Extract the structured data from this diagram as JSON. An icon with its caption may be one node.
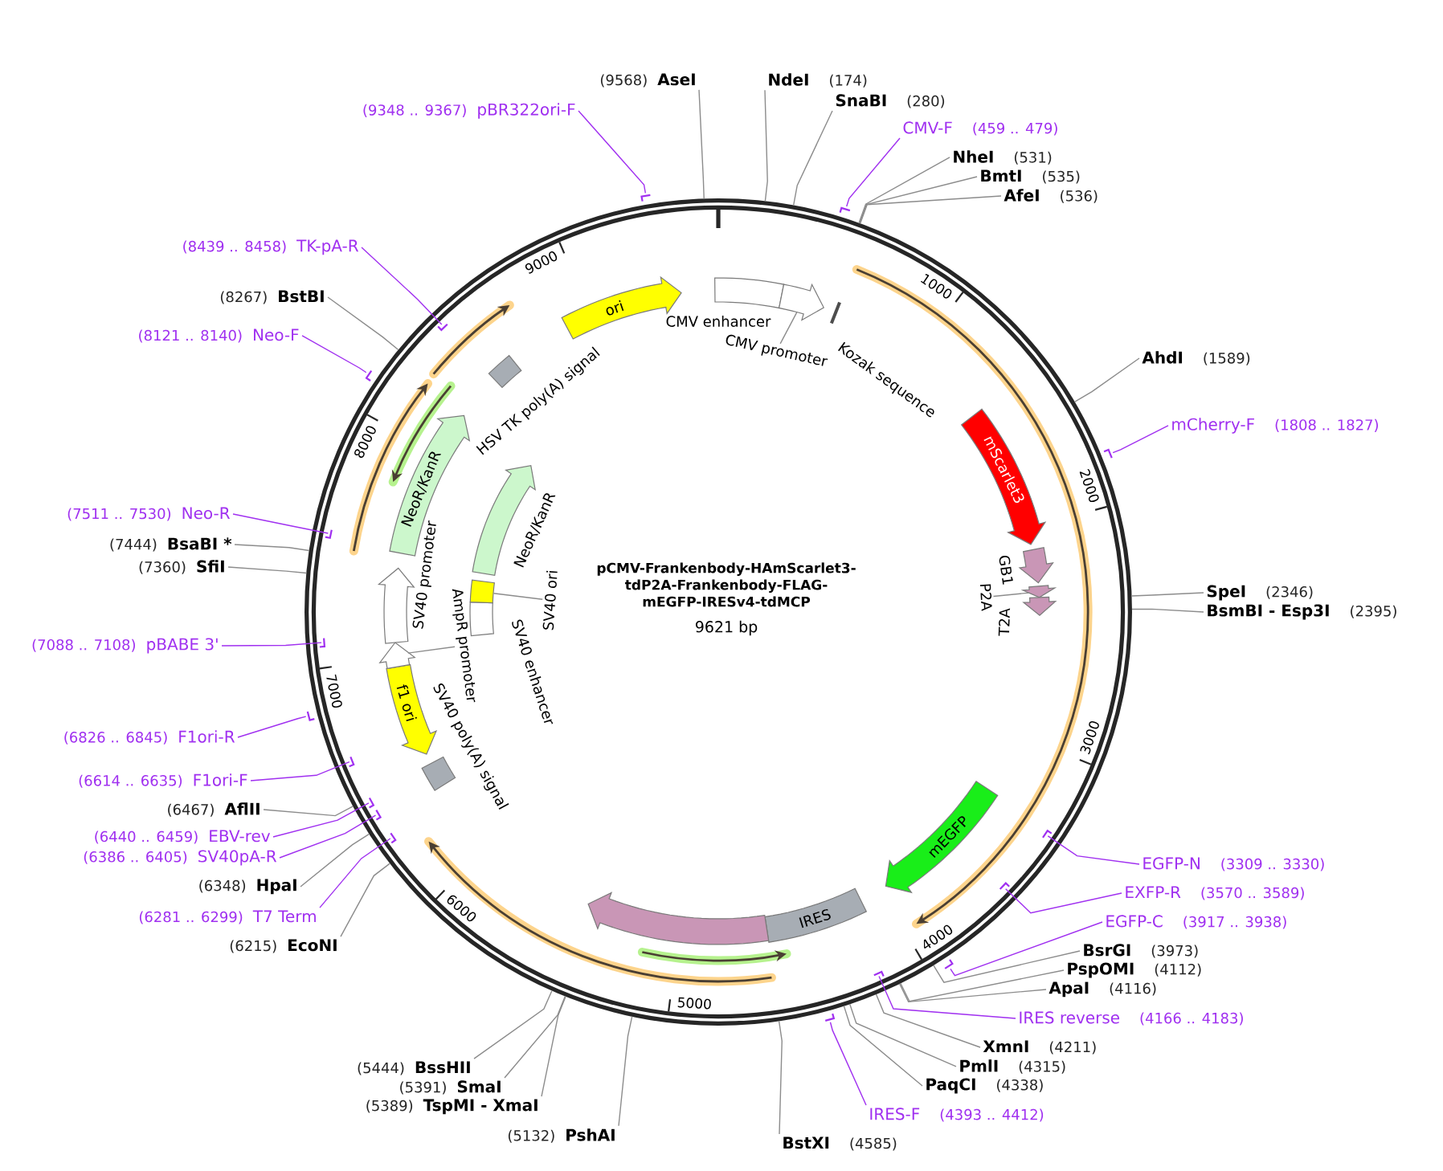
{
  "diagram": {
    "title": "pCMV-Frankenbody-HAmScarlet3-tdP2A-Frankenbody-FLAG-mEGFP-IRESv4-tdMCP",
    "nodes": [
      {
        "text": [],
        "shape": "circle"
      },
      {
        "text": [
          "ori"
        ],
        "in": 0
      },
      {
        "text": [
          "CMV enhancer"
        ],
        "in": 0
      },
      {
        "text": [],
        "shape": "arrow",
        "in": 0
      },
      {
        "text": [
          "Kozak sequence"
        ],
        "in": 0
      },
      {
        "text": [
          "mScarlet3"
        ],
        "in": 0
      },
      {
        "text": [
          "GB1"
        ],
        "in": 0
      },
      {
        "text": [],
        "shape": "arrow",
        "in": 0
      },
      {
        "text": [
          "T2A"
        ],
        "in": 0
      },
      {
        "text": [
          "mEGFP"
        ],
        "in": 0
      },
      {
        "text": [
          "IRES"
        ],
        "in": 0
      },
      {
        "text": [],
        "shape": "arrow",
        "in": 0
      },
      {
        "text": [
          "SV40 poly(A) signal"
        ],
        "in": 0
      },
      {
        "text": [
          "f1 ori"
        ],
        "in": 0
      },
      {
        "text": [],
        "shape": "arrow",
        "in": 0
      },
      {
        "text": [
          "SV40 promoter"
        ],
        "in": 0
      },
      {
        "text": [
          "NeoR/KanR"
        ],
        "in": 0
      },
      {
        "text": [
          "HSV TK poly(A) signal"
        ],
        "in": 0
      },
      {
        "text": [
          "SV40 enhancer"
        ],
        "in": 0
      },
      {
        "text": [],
        "shape": "box",
        "in": 0
      },
      {
        "text": [
          "NeoR/KanR"
        ],
        "in": 0
      },
      {
        "text": [
          "CMV promoter"
        ],
        "in": 0
      },
      {
        "text": [
          "P2A"
        ],
        "in": 0
      },
      {
        "text": [
          "AmpR promoter"
        ],
        "in": 0
      },
      {
        "text": [
          "SV40 ori"
        ],
        "in": 0
      },
      {
        "text": [
          "(9568)",
          "AseI"
        ]
      },
      {
        "text": [
          "NdeI",
          "(174)"
        ]
      },
      {
        "text": [
          "SnaBI",
          "(280)"
        ]
      },
      {
        "text": [
          "CMV-F",
          "(459 .. 479)"
        ]
      },
      {
        "text": [
          "NheI",
          "(531)"
        ]
      },
      {
        "text": [
          "BmtI",
          "(535)"
        ]
      },
      {
        "text": [
          "AfeI",
          "(536)"
        ]
      },
      {
        "text": [
          "AhdI",
          "(1589)"
        ]
      },
      {
        "text": [
          "mCherry-F",
          "(1808 .. 1827)"
        ]
      },
      {
        "text": [
          "SpeI",
          "(2346)"
        ]
      },
      {
        "text": [
          "BsmBI - Esp3I",
          "(2395)"
        ]
      },
      {
        "text": [
          "EGFP-N",
          "(3309 .. 3330)"
        ]
      },
      {
        "text": [
          "EXFP-R",
          "(3570 .. 3589)"
        ]
      },
      {
        "text": [
          "EGFP-C",
          "(3917 .. 3938)"
        ]
      },
      {
        "text": [
          "BsrGI",
          "(3973)"
        ]
      },
      {
        "text": [
          "PspOMI",
          "(4112)"
        ]
      },
      {
        "text": [
          "ApaI",
          "(4116)"
        ]
      },
      {
        "text": [
          "IRES reverse",
          "(4166 .. 4183)"
        ]
      },
      {
        "text": [
          "XmnI",
          "(4211)"
        ]
      },
      {
        "text": [
          "PmlI",
          "(4315)"
        ]
      },
      {
        "text": [
          "PaqCI",
          "(4338)"
        ]
      },
      {
        "text": [
          "IRES-F",
          "(4393 .. 4412)"
        ]
      },
      {
        "text": [
          "BstXI",
          "(4585)"
        ]
      },
      {
        "text": [
          "(5132)",
          "PshAI"
        ]
      },
      {
        "text": [
          "(5389)",
          "TspMI - XmaI"
        ]
      },
      {
        "text": [
          "(5391)",
          "SmaI"
        ]
      },
      {
        "text": [
          "(5444)",
          "BssHII"
        ]
      },
      {
        "text": [
          "(6215)",
          "EcoNI"
        ]
      },
      {
        "text": [
          "(6281 .. 6299)",
          "T7 Term"
        ]
      },
      {
        "text": [
          "(6348)",
          "HpaI"
        ]
      },
      {
        "text": [
          "(6386 .. 6405)",
          "SV40pA-R"
        ]
      },
      {
        "text": [
          "(6440 .. 6459)",
          "EBV-rev"
        ]
      },
      {
        "text": [
          "(6467)",
          "AflII"
        ]
      },
      {
        "text": [
          "(6614 .. 6635)",
          "F1ori-F"
        ]
      },
      {
        "text": [
          "(6826 .. 6845)",
          "F1ori-R"
        ]
      },
      {
        "text": [
          "(7088 .. 7108)",
          "pBABE 3'"
        ]
      },
      {
        "text": [
          "(7360)",
          "SfiI"
        ]
      },
      {
        "text": [
          "(7444)",
          "BsaBI *"
        ]
      },
      {
        "text": [
          "(7511 .. 7530)",
          "Neo-R"
        ]
      },
      {
        "text": [
          "(8121 .. 8140)",
          "Neo-F"
        ]
      },
      {
        "text": [
          "(8267)",
          "BstBI"
        ]
      },
      {
        "text": [
          "(8439 .. 8458)",
          "TK-pA-R"
        ]
      },
      {
        "text": [
          "(9348 .. 9367)",
          "pBR322ori-F"
        ]
      },
      {
        "text": [],
        "shape": "bar"
      },
      {
        "text": [],
        "shape": "bar",
        "in": 0
      },
      {
        "text": [],
        "shape": "bar",
        "in": 0
      },
      {
        "text": [],
        "shape": "bar",
        "in": 0
      },
      {
        "text": [],
        "shape": "bar"
      },
      {
        "text": [],
        "shape": "bar",
        "in": 0
      },
      {
        "text": [],
        "shape": "bar",
        "in": 0
      },
      {
        "text": [],
        "shape": "bar",
        "in": 0
      },
      {
        "text": [],
        "shape": "bar",
        "in": 0
      },
      {
        "text": [],
        "shape": "bar"
      },
      {
        "text": [],
        "shape": "bar"
      },
      {
        "text": [],
        "shape": "bar"
      },
      {
        "text": [],
        "shape": "bar",
        "in": 0
      },
      {
        "text": [],
        "shape": "bar"
      },
      {
        "text": [],
        "shape": "bar",
        "in": 0
      },
      {
        "text": [],
        "shape": "bar",
        "in": 0
      },
      {
        "text": [],
        "shape": "bar"
      }
    ],
    "edges": [
      {
        "from": 21,
        "to": 3,
        "arrow": "none"
      },
      {
        "from": 22,
        "to": 7,
        "arrow": "none"
      },
      {
        "from": 23,
        "to": 14,
        "arrow": "none"
      },
      {
        "from": 24,
        "to": 19,
        "arrow": "none"
      },
      {
        "from": 25,
        "to": 0,
        "arrow": "none"
      },
      {
        "from": 26,
        "to": 0,
        "arrow": "none"
      },
      {
        "from": 27,
        "to": 0,
        "arrow": "none"
      },
      {
        "from": 28,
        "to": 79,
        "arrow": "none",
        "color": "#a030f0"
      },
      {
        "from": 29,
        "to": 0,
        "arrow": "none"
      },
      {
        "from": 30,
        "to": 0,
        "arrow": "none"
      },
      {
        "from": 31,
        "to": 0,
        "arrow": "none"
      },
      {
        "from": 32,
        "to": 0,
        "arrow": "none"
      },
      {
        "from": 33,
        "to": 84,
        "arrow": "none",
        "color": "#a030f0"
      },
      {
        "from": 34,
        "to": 0,
        "arrow": "none"
      },
      {
        "from": 35,
        "to": 0,
        "arrow": "none"
      },
      {
        "from": 36,
        "to": 83,
        "arrow": "none",
        "color": "#a030f0"
      },
      {
        "from": 37,
        "to": 82,
        "arrow": "none",
        "color": "#a030f0"
      },
      {
        "from": 38,
        "to": 81,
        "arrow": "none",
        "color": "#a030f0"
      },
      {
        "from": 39,
        "to": 0,
        "arrow": "none"
      },
      {
        "from": 40,
        "to": 0,
        "arrow": "none"
      },
      {
        "from": 41,
        "to": 0,
        "arrow": "none"
      },
      {
        "from": 42,
        "to": 80,
        "arrow": "none",
        "color": "#a030f0"
      },
      {
        "from": 43,
        "to": 0,
        "arrow": "none"
      },
      {
        "from": 44,
        "to": 0,
        "arrow": "none"
      },
      {
        "from": 45,
        "to": 0,
        "arrow": "none"
      },
      {
        "from": 46,
        "to": 78,
        "arrow": "none",
        "color": "#a030f0"
      },
      {
        "from": 47,
        "to": 0,
        "arrow": "none"
      },
      {
        "from": 48,
        "to": 0,
        "arrow": "none"
      },
      {
        "from": 49,
        "to": 0,
        "arrow": "none"
      },
      {
        "from": 50,
        "to": 0,
        "arrow": "none"
      },
      {
        "from": 51,
        "to": 0,
        "arrow": "none"
      },
      {
        "from": 52,
        "to": 0,
        "arrow": "none"
      },
      {
        "from": 53,
        "to": 75,
        "arrow": "none",
        "color": "#a030f0"
      },
      {
        "from": 54,
        "to": 0,
        "arrow": "none"
      },
      {
        "from": 55,
        "to": 74,
        "arrow": "none",
        "color": "#a030f0"
      },
      {
        "from": 56,
        "to": 73,
        "arrow": "none",
        "color": "#a030f0"
      },
      {
        "from": 57,
        "to": 0,
        "arrow": "none"
      },
      {
        "from": 58,
        "to": 71,
        "arrow": "none",
        "color": "#a030f0"
      },
      {
        "from": 59,
        "to": 68,
        "arrow": "none",
        "color": "#a030f0"
      },
      {
        "from": 60,
        "to": 69,
        "arrow": "none",
        "color": "#a030f0"
      },
      {
        "from": 61,
        "to": 0,
        "arrow": "none"
      },
      {
        "from": 62,
        "to": 0,
        "arrow": "none"
      },
      {
        "from": 63,
        "to": 70,
        "arrow": "none",
        "color": "#a030f0"
      },
      {
        "from": 64,
        "to": 72,
        "arrow": "none",
        "color": "#a030f0"
      },
      {
        "from": 65,
        "to": 0,
        "arrow": "none"
      },
      {
        "from": 66,
        "to": 76,
        "arrow": "none",
        "color": "#a030f0"
      },
      {
        "from": 67,
        "to": 77,
        "arrow": "none",
        "color": "#a030f0"
      }
    ],
    "labels": [
      "1000",
      "2000",
      "3000",
      "4000",
      "5000",
      "6000",
      "7000",
      "8000",
      "9000",
      "9621 bp"
    ]
  }
}
